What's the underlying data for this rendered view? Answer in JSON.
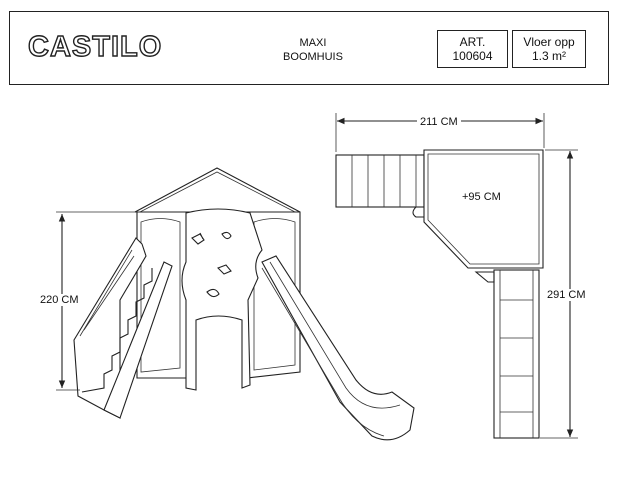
{
  "header": {
    "logo": "CASTILO",
    "product_line1": "MAXI",
    "product_line2": "BOOMHUIS",
    "art_label": "ART.",
    "art_number": "100604",
    "area_label": "Vloer opp",
    "area_value": "1.3 m²"
  },
  "dimensions": {
    "height": "220 CM",
    "width": "211 CM",
    "length": "291 CM",
    "platform_height": "+95 CM"
  }
}
